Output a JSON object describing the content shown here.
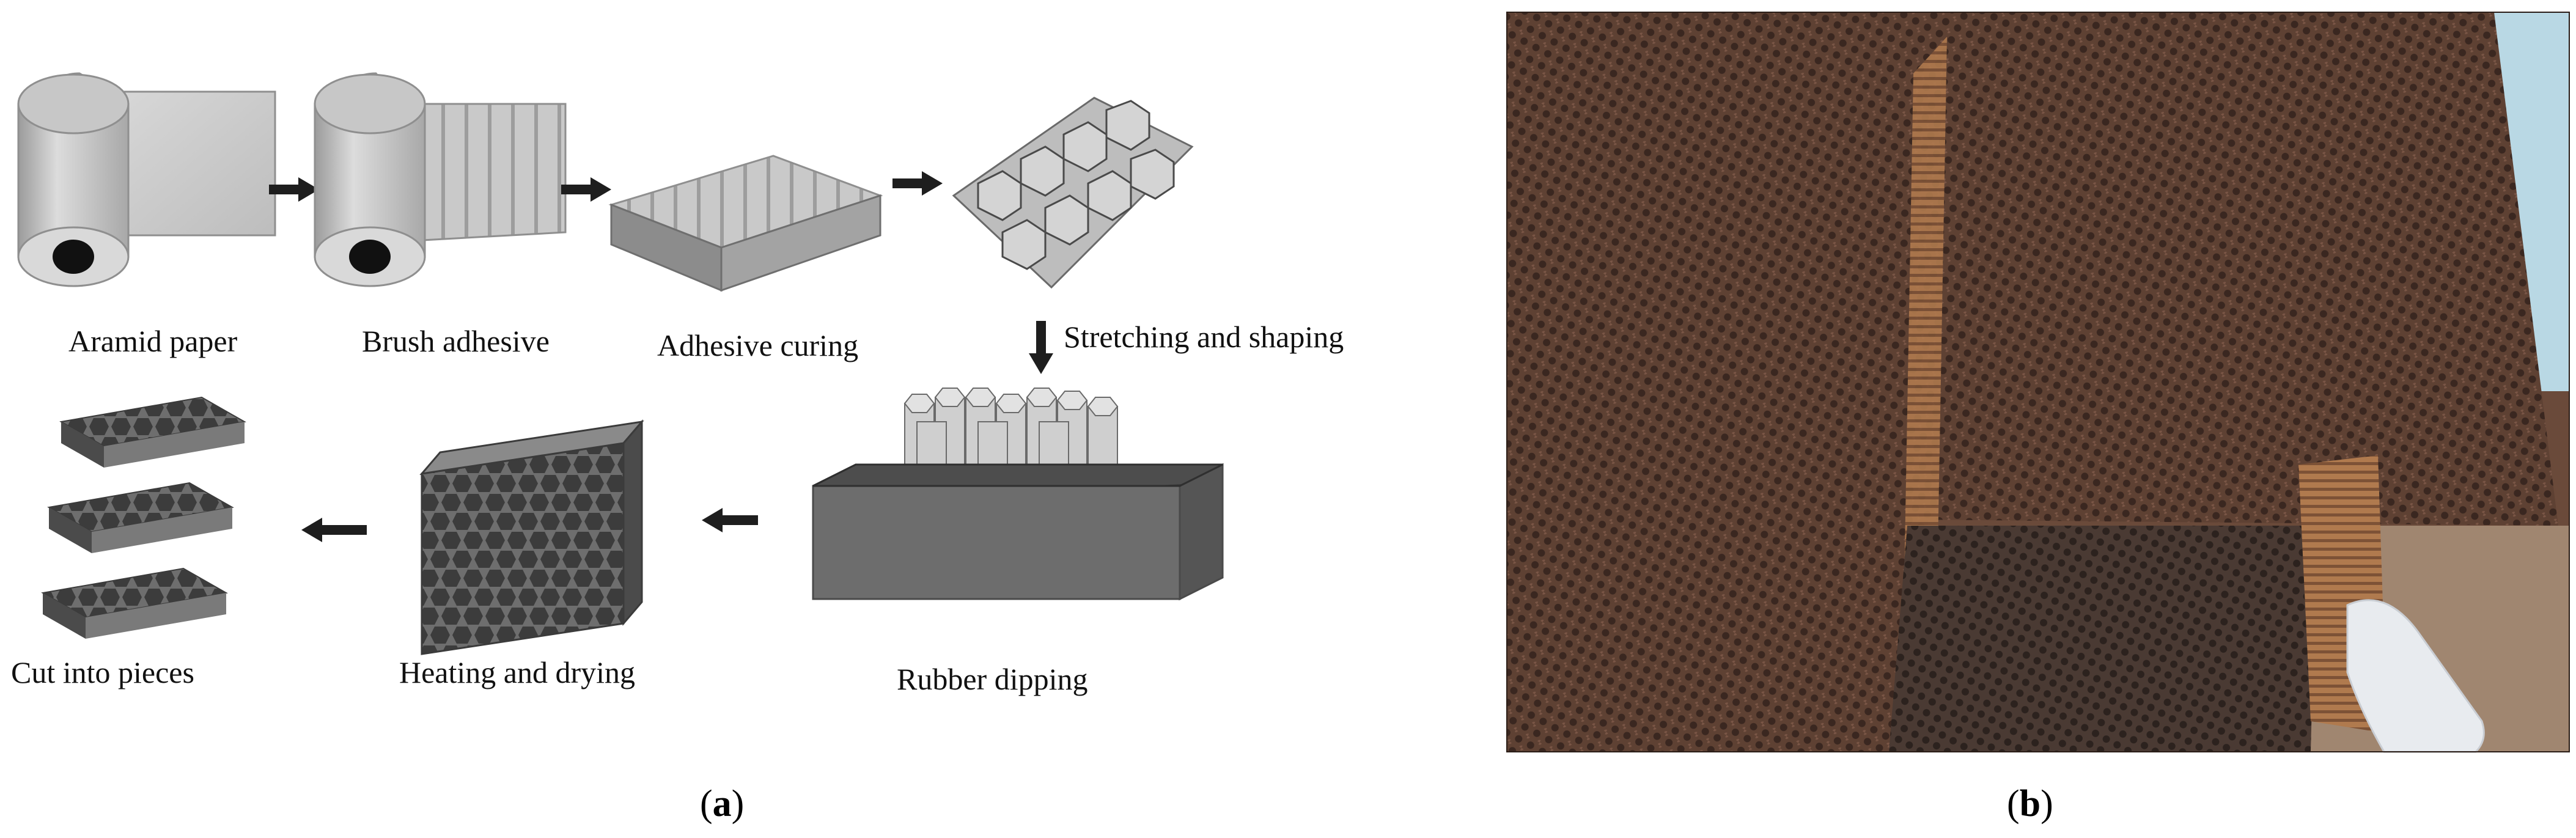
{
  "panel_a": {
    "tag_open": "(",
    "tag_letter": "a",
    "tag_close": ")",
    "stages": {
      "aramid_paper": "Aramid paper",
      "brush_adhesive": "Brush adhesive",
      "adhesive_curing": "Adhesive curing",
      "stretching_and_shaping": "Stretching and shaping",
      "rubber_dipping": "Rubber dipping",
      "heating_and_drying": "Heating and drying",
      "cut_into_pieces": "Cut into pieces"
    }
  },
  "panel_b": {
    "tag_open": "(",
    "tag_letter": "b",
    "tag_close": ")"
  },
  "colors": {
    "roll_light": "#cfcfcf",
    "roll_shadow": "#9a9a9a",
    "block_top": "#c4c4c4",
    "block_dark": "#5a5a5a",
    "arrow": "#1e1e1e",
    "photo_brown": "#6b4a38",
    "photo_sky": "#b9d8e4"
  }
}
